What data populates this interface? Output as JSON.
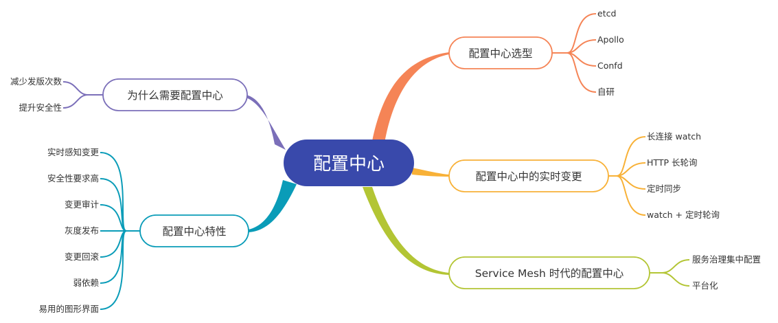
{
  "central": {
    "label": "配置中心",
    "color": "#3949ab"
  },
  "branches": [
    {
      "id": "why",
      "label": "为什么需要配置中心",
      "color": "#7b6fb9",
      "leaves": [
        "减少发版次数",
        "提升安全性"
      ]
    },
    {
      "id": "features",
      "label": "配置中心特性",
      "color": "#0a9cb8",
      "leaves": [
        "实时感知变更",
        "安全性要求高",
        "变更审计",
        "灰度发布",
        "变更回滚",
        "弱依赖",
        "易用的图形界面"
      ]
    },
    {
      "id": "selection",
      "label": "配置中心选型",
      "color": "#f58456",
      "leaves": [
        "etcd",
        "Apollo",
        "Confd",
        "自研"
      ]
    },
    {
      "id": "realtime",
      "label": "配置中心中的实时变更",
      "color": "#f8b137",
      "leaves": [
        "长连接 watch",
        "HTTP 长轮询",
        "定时同步",
        "watch + 定时轮询"
      ]
    },
    {
      "id": "mesh",
      "label": "Service Mesh 时代的配置中心",
      "color": "#b3c534",
      "leaves": [
        "服务治理集中配置",
        "平台化"
      ]
    }
  ]
}
